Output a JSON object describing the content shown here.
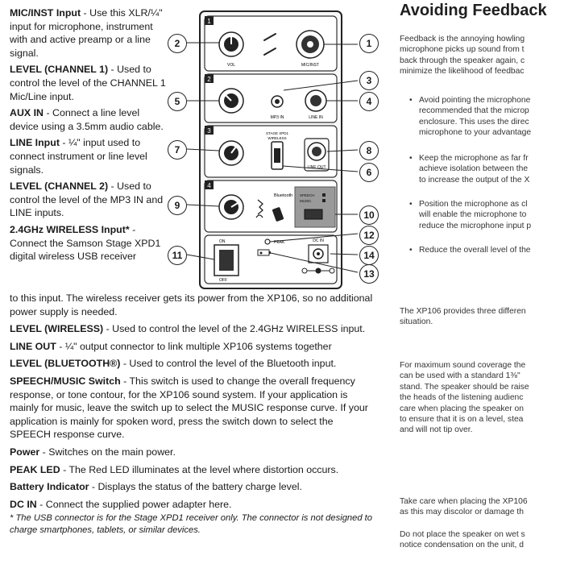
{
  "left": {
    "items": [
      {
        "term": "MIC/INST Input",
        "desc": " - Use this XLR/¼\" input for microphone, instrument with and active preamp or a line signal."
      },
      {
        "term": "LEVEL (CHANNEL 1)",
        "desc": " - Used to control the level of the CHANNEL 1 Mic/Line input."
      },
      {
        "term": "AUX IN",
        "desc": " - Connect a line level device using a 3.5mm audio cable."
      },
      {
        "term": "LINE Input",
        "desc": " - ¼\" input used to connect instrument or line level signals."
      },
      {
        "term": "LEVEL (CHANNEL 2)",
        "desc": " - Used to control the level of the MP3 IN and LINE inputs."
      },
      {
        "term": "2.4GHz WIRELESS Input*",
        "desc": " - Connect the Samson Stage XPD1 digital wireless USB receiver"
      }
    ],
    "wireless_cont": "to this input. The wireless receiver gets its power from the XP106, so no additional power supply is needed.",
    "items2": [
      {
        "term": "LEVEL (WIRELESS)",
        "desc": " - Used to control the level of the 2.4GHz WIRELESS input."
      },
      {
        "term": "LINE OUT",
        "desc": " - ¼\" output connector to link multiple XP106 systems together"
      },
      {
        "term": "LEVEL (BLUETOOTH®)",
        "desc": " - Used to control the level of the Bluetooth input."
      },
      {
        "term": "SPEECH/MUSIC Switch",
        "desc": " - This switch is used to change the overall frequency response, or tone contour, for the XP106 sound system. If your application is mainly for music, leave the switch up to select the MUSIC response curve. If your application is mainly for spoken word, press the switch down to select the SPEECH response curve."
      },
      {
        "term": "Power",
        "desc": " - Switches on the main power."
      },
      {
        "term": "PEAK LED",
        "desc": " - The Red LED illuminates at the level where distortion occurs."
      },
      {
        "term": "Battery Indicator",
        "desc": " - Displays the status of the battery charge level."
      },
      {
        "term": "DC IN",
        "desc": " - Connect the supplied power adapter here."
      }
    ],
    "note": "* The USB connector is for the Stage XPD1 receiver only. The connector is not designed to charge smartphones, tablets, or similar devices."
  },
  "diagram": {
    "callouts": [
      "1",
      "2",
      "3",
      "4",
      "5",
      "6",
      "7",
      "8",
      "9",
      "10",
      "11",
      "12",
      "13",
      "14"
    ],
    "panel_labels": {
      "ch1": "1",
      "ch2": "2",
      "ch3": "3",
      "ch4": "4",
      "vol": "VOL",
      "mic_inst": "MIC/INST",
      "mp3_in": "MP3 IN",
      "line_in": "LINE IN",
      "stage_xpd1": "STAGE XPD1",
      "wireless": "WIRELESS",
      "line_out": "LINE OUT",
      "bluetooth": "Bluetooth",
      "speech": "SPEECH",
      "music": "MUSIC",
      "on": "ON",
      "off": "OFF",
      "peak": "PEAK",
      "dc_in": "DC IN"
    }
  },
  "right": {
    "title": "Avoiding Feedback",
    "intro": [
      "Feedback is the annoying howling",
      "microphone picks up sound from t",
      "back through the speaker again, c",
      "minimize the likelihood of feedbac"
    ],
    "bullets": [
      [
        "Avoid pointing the microphone",
        "recommended that the microp",
        "enclosure. This uses the direc",
        "microphone to your advantage"
      ],
      [
        "Keep the microphone as far fr",
        "achieve isolation between the",
        "to increase the output of the X"
      ],
      [
        "Position the microphone as cl",
        "will enable the microphone to",
        "reduce the microphone input p"
      ],
      [
        "Reduce the overall level of the"
      ]
    ],
    "bullet_char": "•",
    "para2": [
      "The XP106 provides three differen",
      "situation."
    ],
    "para3": [
      "For maximum sound coverage the",
      "can be used with a standard 1⅜\"",
      "stand. The speaker should be raise",
      "the heads of the listening audienc",
      "care when placing the speaker on",
      "to ensure that it is on a level, stea",
      "and will not tip over."
    ],
    "para4": [
      "Take care when placing the XP106",
      "as this may discolor or damage th"
    ],
    "para5": [
      "Do not place the speaker on wet s",
      "notice condensation on the unit, d"
    ]
  }
}
